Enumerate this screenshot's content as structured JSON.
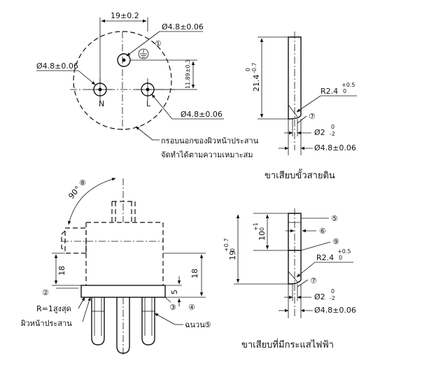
{
  "top_view": {
    "dim_width": "19±0.2",
    "dim_earth_dia": "Ø4.8±0.06",
    "dim_n_dia": "Ø4.8±0.06",
    "dim_pin_spacing": "11.89±0.3",
    "dim_l_dia": "Ø4.8±0.06",
    "label_n": "N",
    "label_l": "L",
    "mark_1": "①",
    "note_line1": "กรอบนอกของผิวหน้าประสาน",
    "note_line2": "จัดทำได้ตามความเหมาะสม"
  },
  "earth_pin": {
    "dim_length": "21.4",
    "dim_length_tol_upper": "0",
    "dim_length_tol_lower": "-0.7",
    "dim_radius": "R2.4",
    "dim_radius_tol_upper": "+0.5",
    "dim_radius_tol_lower": "0",
    "mark_7": "⑦",
    "dim_tip_dia": "Ø2",
    "dim_tip_tol_upper": "0",
    "dim_tip_tol_lower": "-2",
    "dim_pin_dia": "Ø4.8±0.06",
    "caption": "ขาเสียบขั้วสายดิน"
  },
  "side_view": {
    "mark_8": "⑧",
    "angle": "90°",
    "dim_left_18": "18",
    "dim_right_18": "18",
    "dim_5": "5",
    "mark_2": "②",
    "mark_3": "③",
    "mark_4": "④",
    "mark_5": "⑤",
    "label_radius": "R=1สูงสุด",
    "label_face": "ผิวหน้าประสาน",
    "label_insulation": "ฉนวน"
  },
  "live_pin": {
    "mark_5": "⑤",
    "mark_6": "⑥",
    "mark_9": "⑨",
    "mark_7": "⑦",
    "dim_10": "10",
    "dim_10_tol_upper": "+1",
    "dim_10_tol_lower": "0",
    "dim_19": "19",
    "dim_19_tol_upper": "+0.7",
    "dim_19_tol_lower": "0",
    "dim_radius": "R2.4",
    "dim_radius_tol_upper": "+0.5",
    "dim_radius_tol_lower": "0",
    "dim_tip_dia": "Ø2",
    "dim_tip_tol_upper": "0",
    "dim_tip_tol_lower": "-2",
    "dim_pin_dia": "Ø4.8±0.06",
    "caption": "ขาเสียบที่มีกระแสไฟฟ้า"
  }
}
